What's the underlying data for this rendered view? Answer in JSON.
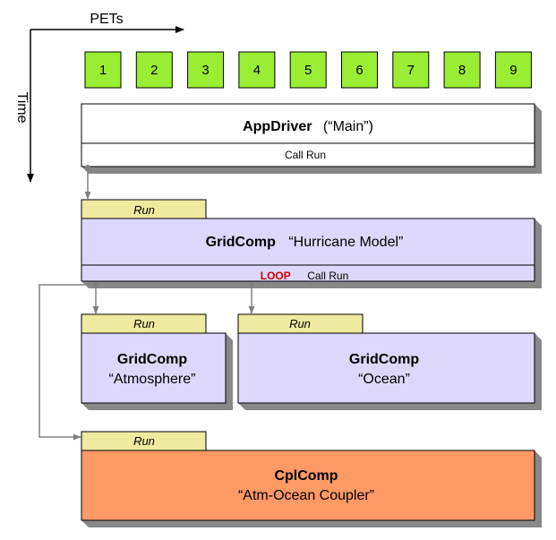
{
  "axes": {
    "x_label": "PETs",
    "y_label": "Time"
  },
  "pets": [
    "1",
    "2",
    "3",
    "4",
    "5",
    "6",
    "7",
    "8",
    "9"
  ],
  "app_driver": {
    "title": "AppDriver",
    "subtitle": "(“Main”)",
    "action": "Call Run"
  },
  "hurricane": {
    "tab": "Run",
    "title": "GridComp",
    "subtitle": "“Hurricane Model”",
    "loop": "LOOP",
    "action": "Call Run"
  },
  "atmosphere": {
    "tab": "Run",
    "title": "GridComp",
    "subtitle": "“Atmosphere”"
  },
  "ocean": {
    "tab": "Run",
    "title": "GridComp",
    "subtitle": "“Ocean”"
  },
  "coupler": {
    "tab": "Run",
    "title": "CplComp",
    "subtitle": "“Atm-Ocean Coupler”"
  },
  "colors": {
    "pet": "#99ee33",
    "tab": "#eeeaa0",
    "gridcomp": "#ddd8fb",
    "cplcomp": "#ff9966",
    "loop": "#cc0000",
    "shadow": "#888888",
    "connector": "#808080"
  }
}
